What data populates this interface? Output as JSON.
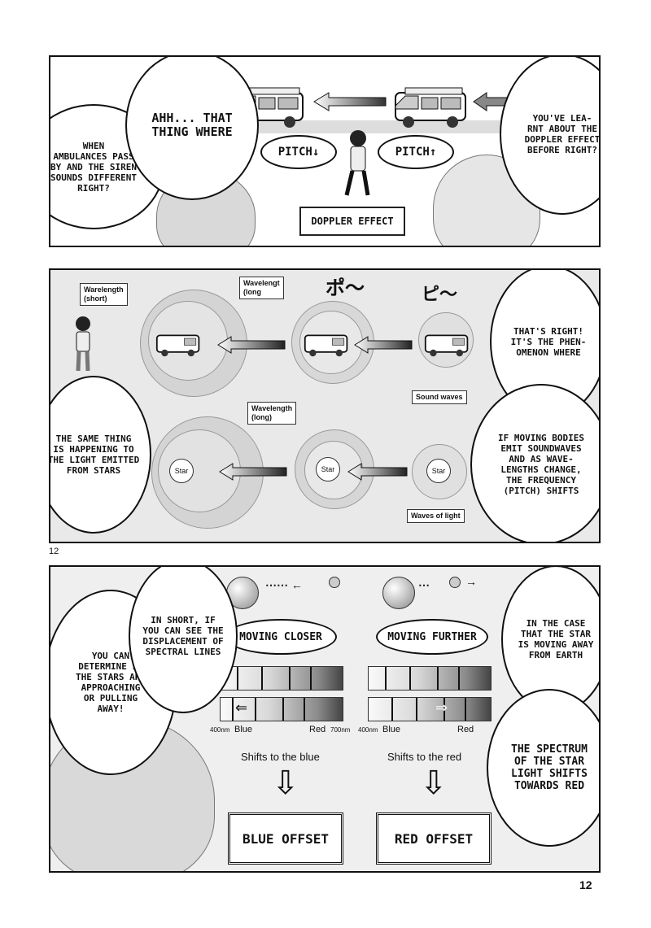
{
  "panel1": {
    "bubble_left_small": "WHEN\nAMBULANCES PASS\nBY AND THE SIREN\nSOUNDS DIFFERENT\nRIGHT?",
    "bubble_left_big": "AHH... THAT\nTHING WHERE",
    "bubble_right": "YOU'VE LEA-\nRNT ABOUT THE\nDOPPLER EFFECT\nBEFORE RIGHT?",
    "pitch_down": "PITCH↓",
    "pitch_up": "PITCH↑",
    "caption": "DOPPLER EFFECT"
  },
  "panel2": {
    "label_short": "Warelength\n(short)",
    "label_long_top": "Wavelengt\n(long",
    "label_long_bottom": "Wavelength\n(long)",
    "sfx_po": "ポ〜",
    "sfx_pi": "ピ〜",
    "sound_waves": "Sound waves",
    "waves_of_light": "Waves of light",
    "star": "Star",
    "bubble_right_top": "THAT'S RIGHT!\nIT'S THE PHEN-\nOMENON WHERE",
    "bubble_left": "THE SAME THING\nIS HAPPENING TO\nTHE LIGHT EMITTED\nFROM STARS",
    "bubble_right_bottom": "IF MOVING BODIES\nEMIT SOUNDWAVES\nAND AS WAVE-\nLENGTHS CHANGE,\nTHE FREQUENCY\n(PITCH) SHIFTS"
  },
  "page_number_side": "12",
  "panel3": {
    "bubble_left": "YOU CAN\nDETERMINE IF\nTHE STARS ARE\nAPPROACHING\nOR PULLING\nAWAY!",
    "bubble_mid": "IN SHORT, IF\nYOU CAN SEE THE\nDISPLACEMENT OF\nSPECTRAL LINES",
    "moving_closer": "MOVING CLOSER",
    "moving_further": "MOVING FURTHER",
    "nm400": "400nm",
    "nm700": "700nm",
    "blue": "Blue",
    "red": "Red",
    "shift_blue": "Shifts to the blue",
    "shift_red": "Shifts to the red",
    "blue_offset": "BLUE OFFSET",
    "red_offset": "RED OFFSET",
    "bubble_right_top": "IN THE CASE\nTHAT THE STAR\nIS MOVING AWAY\nFROM EARTH",
    "bubble_right_bottom": "THE SPECTRUM\nOF THE STAR\nLIGHT SHIFTS\nTOWARDS RED"
  },
  "page_number_bottom": "12"
}
